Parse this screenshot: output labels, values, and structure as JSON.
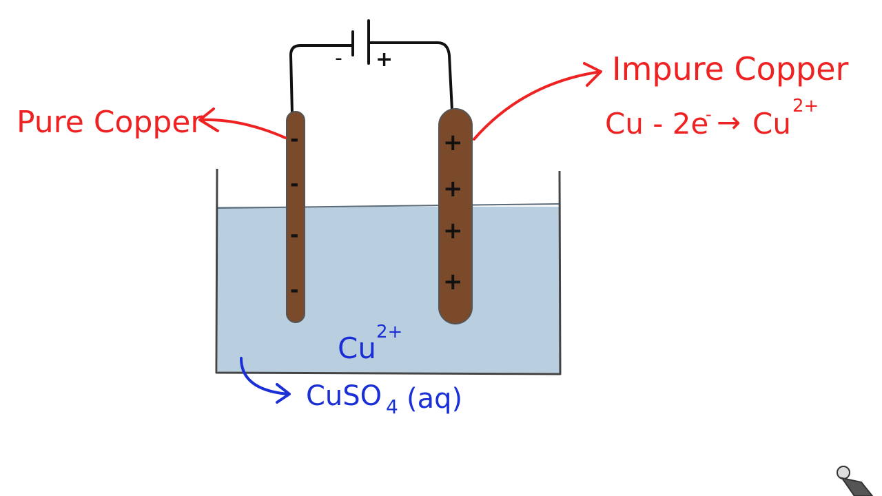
{
  "diagram": {
    "labels": {
      "cathode_name": "Pure Copper",
      "anode_name": "Impure Copper",
      "anode_reaction_main": "Cu - 2e",
      "anode_reaction_sup_minus": "-",
      "anode_reaction_arrow": "→",
      "anode_reaction_product": "Cu",
      "anode_reaction_product_charge": "2+",
      "ion_symbol": "Cu",
      "ion_charge": "2+",
      "electrolyte_prefix": "CuSO",
      "electrolyte_subscript": "4",
      "electrolyte_state": "(aq)",
      "battery_negative": "-",
      "battery_positive": "+",
      "cathode_charge": "-",
      "anode_charge": "+"
    },
    "colors": {
      "label_red": "#ee2222",
      "label_blue": "#1a2fd6",
      "copper": "#7a4a2a",
      "electrolyte": "#b9cfe0",
      "wire": "#111111"
    },
    "icons": [
      "hand-pointer-icon"
    ]
  }
}
